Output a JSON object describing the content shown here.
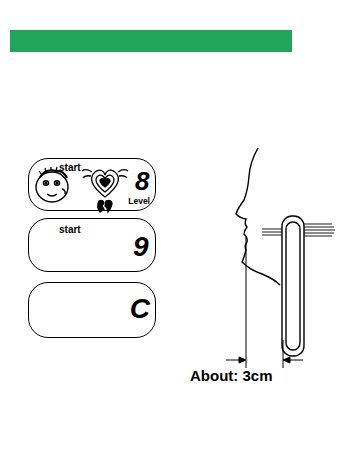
{
  "diagram": {
    "nodes": [
      {
        "text": [
          "start",
          "8",
          "Level"
        ]
      },
      {
        "text": [
          "start",
          "9"
        ]
      },
      {
        "text": [
          "C"
        ]
      }
    ],
    "labels": [
      "About: 3cm"
    ]
  }
}
